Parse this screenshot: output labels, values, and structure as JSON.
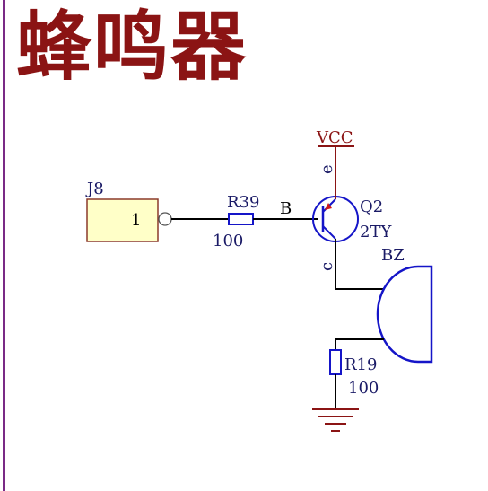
{
  "title": "蜂鸣器",
  "colors": {
    "title": "#8b1414",
    "border": "#7a2a86",
    "wire": "#000000",
    "component": "#1515c8",
    "label": "#1a1a66",
    "power": "#8b1414",
    "connector_fill": "#ffffc8",
    "connector_border": "#8b3a2a"
  },
  "connector": {
    "ref": "J8",
    "pin": "1"
  },
  "resistor_base": {
    "ref": "R39",
    "value": "100"
  },
  "net_base": "B",
  "power": {
    "label": "VCC"
  },
  "transistor": {
    "ref": "Q2",
    "value": "2TY",
    "emitter_pin": "e",
    "collector_pin": "c"
  },
  "buzzer": {
    "ref": "BZ"
  },
  "resistor_ground": {
    "ref": "R19",
    "value": "100"
  }
}
